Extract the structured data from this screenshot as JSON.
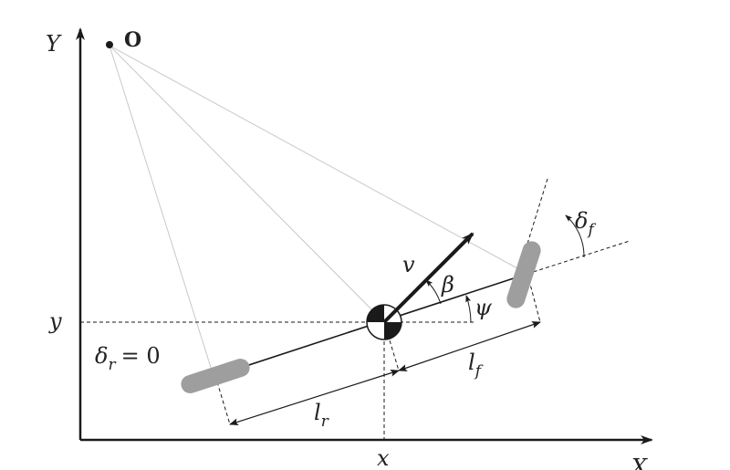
{
  "labels": {
    "y_axis": "Y",
    "x_axis": "X",
    "origin": "O",
    "y_coord": "y",
    "x_coord": "x",
    "velocity": "v",
    "slip_angle": "β",
    "heading": "ψ",
    "steer_front": "δ",
    "steer_front_sub": "f",
    "steer_rear": "δ",
    "steer_rear_sub": "r",
    "steer_rear_value": "= 0",
    "rear_length": "l",
    "rear_length_sub": "r",
    "front_length": "l",
    "front_length_sub": "f"
  },
  "colors": {
    "line": "#1a1a1a",
    "wheel": "#9e9e9e",
    "guide": "#c8c8c8"
  }
}
